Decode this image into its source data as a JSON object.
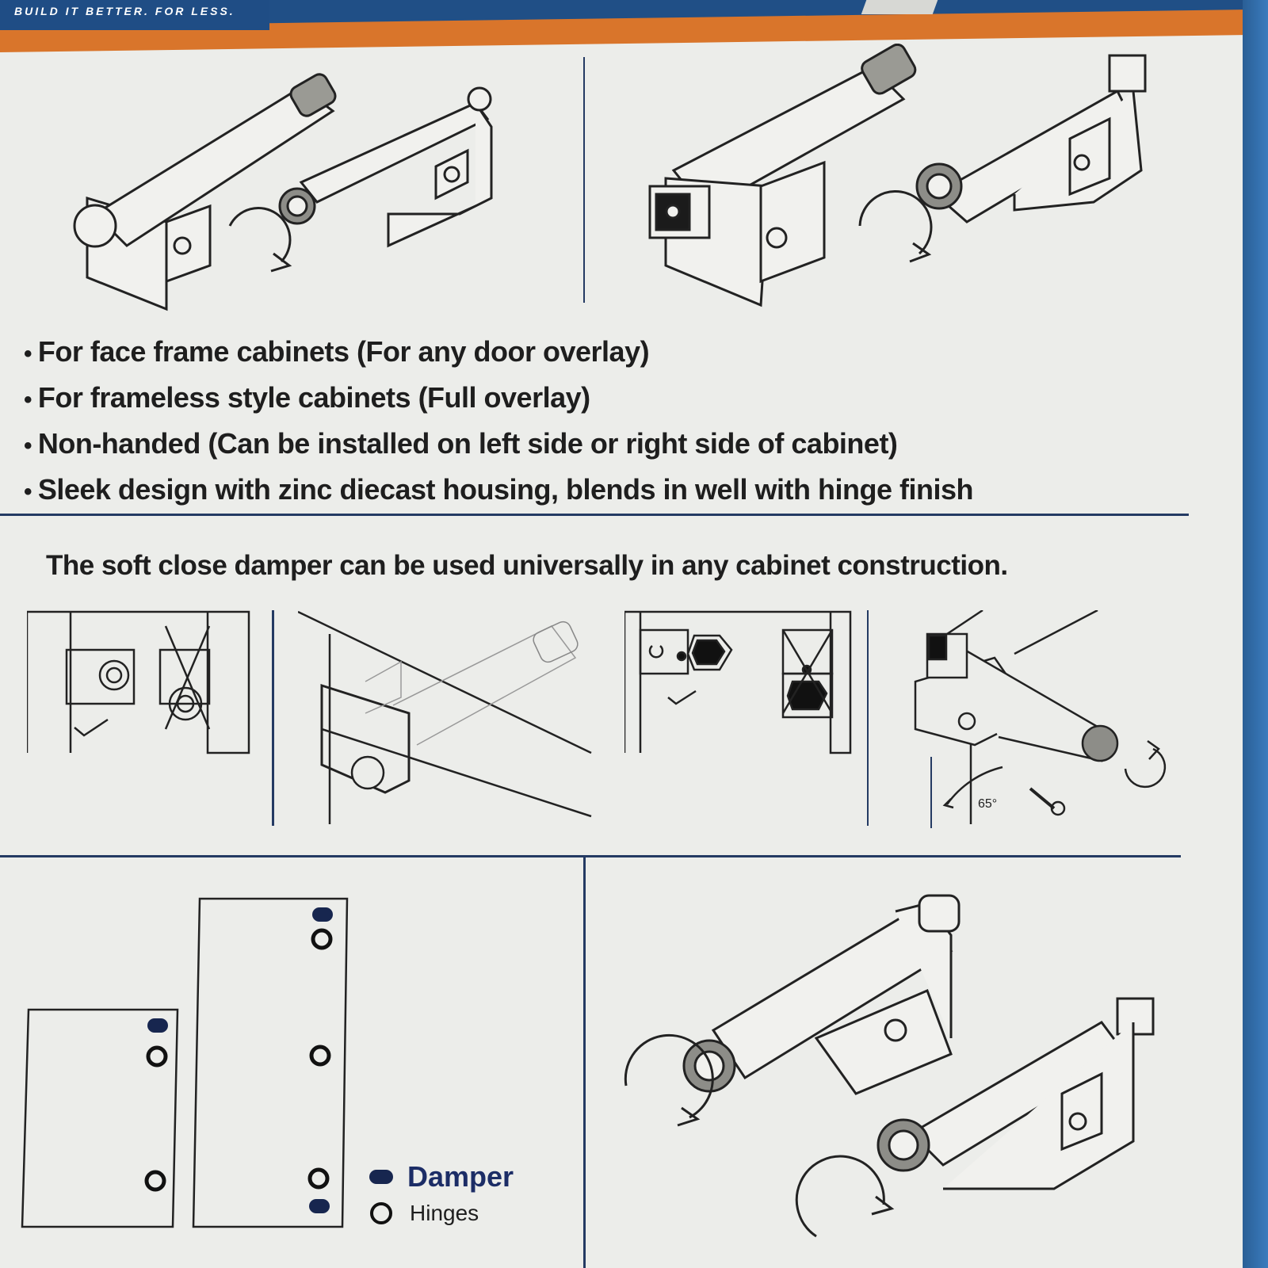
{
  "header": {
    "tagline": "BUILD IT BETTER. FOR LESS."
  },
  "features": [
    "For face frame cabinets (For any door overlay)",
    "For frameless style cabinets (Full overlay)",
    "Non-handed  (Can be installed on left side or right side of cabinet)",
    "Sleek design with zinc diecast housing, blends in well with hinge finish"
  ],
  "installation": {
    "heading": "The soft close damper can be used universally in any cabinet construction.",
    "angle_label": "65°"
  },
  "legend": {
    "damper": "Damper",
    "hinges": "Hinges"
  },
  "colors": {
    "navy": "#204f86",
    "orange": "#d9752b",
    "line": "#243a63",
    "paper": "#ecedea"
  }
}
